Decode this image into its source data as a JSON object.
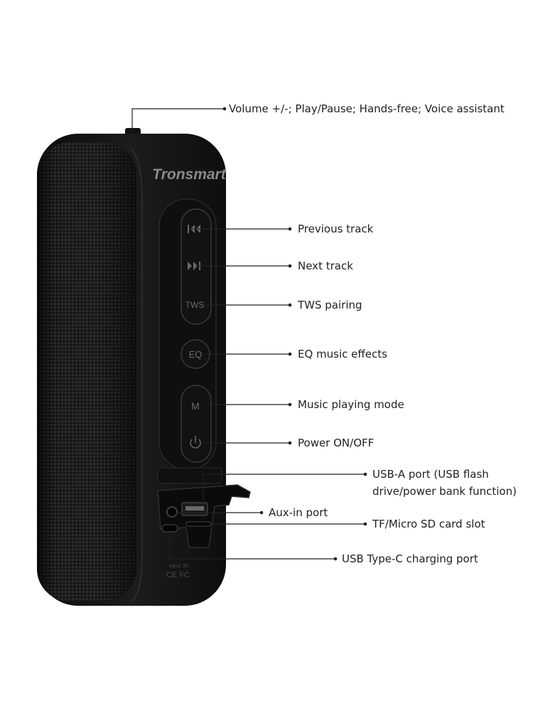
{
  "brand": "Tronsmart",
  "buttons": {
    "tws": "TWS",
    "eq": "EQ",
    "mode": "M"
  },
  "bottom_marks": {
    "input": "Input: 5V",
    "certs": "CE FC"
  },
  "callouts": [
    {
      "key": "top",
      "text": "Volume +/-; Play/Pause; Hands-free; Voice assistant"
    },
    {
      "key": "prev",
      "text": "Previous track"
    },
    {
      "key": "next",
      "text": "Next track"
    },
    {
      "key": "tws",
      "text": "TWS pairing"
    },
    {
      "key": "eq",
      "text": "EQ music effects"
    },
    {
      "key": "mode",
      "text": "Music playing mode"
    },
    {
      "key": "power",
      "text": "Power ON/OFF"
    },
    {
      "key": "usba",
      "text": "USB-A port (USB flash",
      "text2": "drive/power bank function)"
    },
    {
      "key": "aux",
      "text": "Aux-in port"
    },
    {
      "key": "tf",
      "text": "TF/Micro SD card slot"
    },
    {
      "key": "usbc",
      "text": "USB Type-C charging port"
    }
  ],
  "colors": {
    "body": "#141414",
    "grille": "#2a2a2a",
    "line": "#222222",
    "text": "#222222"
  }
}
